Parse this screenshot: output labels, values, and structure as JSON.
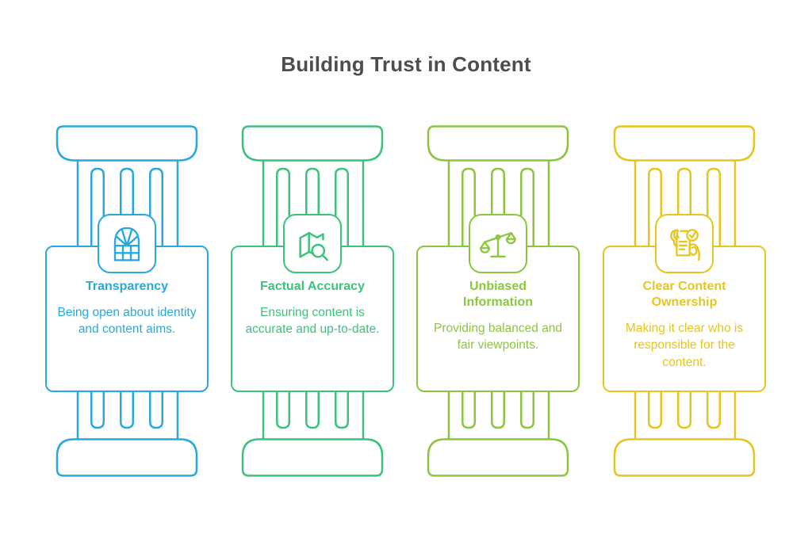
{
  "title": "Building Trust in Content",
  "colors": {
    "background": "#ffffff",
    "title_text": "#4d4d4d",
    "pillar_blue": "#29a8e0",
    "pillar_green": "#3ec17d",
    "pillar_yellow_green": "#8cc63f",
    "pillar_yellow": "#e6c51f"
  },
  "pillars": [
    {
      "title": "Transparency",
      "description": "Being open about identity and content aims.",
      "color": "#29a8e0",
      "icon": "window-icon"
    },
    {
      "title": "Factual Accuracy",
      "description": "Ensuring content is accurate and up-to-date.",
      "color": "#3ec17d",
      "icon": "map-search-icon"
    },
    {
      "title": "Unbiased Information",
      "description": "Providing balanced and fair viewpoints.",
      "color": "#8cc63f",
      "icon": "balance-scale-icon"
    },
    {
      "title": "Clear Content Ownership",
      "description": "Making it clear who is responsible for the content.",
      "color": "#e6c51f",
      "icon": "document-ownership-icon"
    }
  ]
}
